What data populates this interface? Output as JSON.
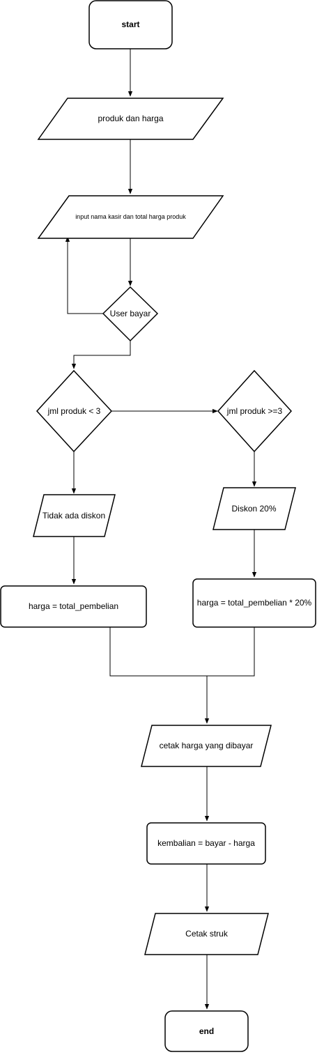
{
  "flowchart": {
    "nodes": {
      "start": "start",
      "produk_harga": "produk dan harga",
      "input": "input nama kasir dan total harga produk",
      "user_bayar": "User bayar",
      "jml_lt3": "jml produk < 3",
      "jml_ge3": "jml produk >=3",
      "tidak_diskon": "Tidak ada diskon",
      "diskon20": "Diskon 20%",
      "harga_total": "harga = total_pembelian",
      "harga_diskon": "harga = total_pembelian * 20%",
      "cetak_harga": "cetak harga yang dibayar",
      "kembalian": "kembalian = bayar - harga",
      "cetak_struk": "Cetak struk",
      "end": "end"
    }
  }
}
